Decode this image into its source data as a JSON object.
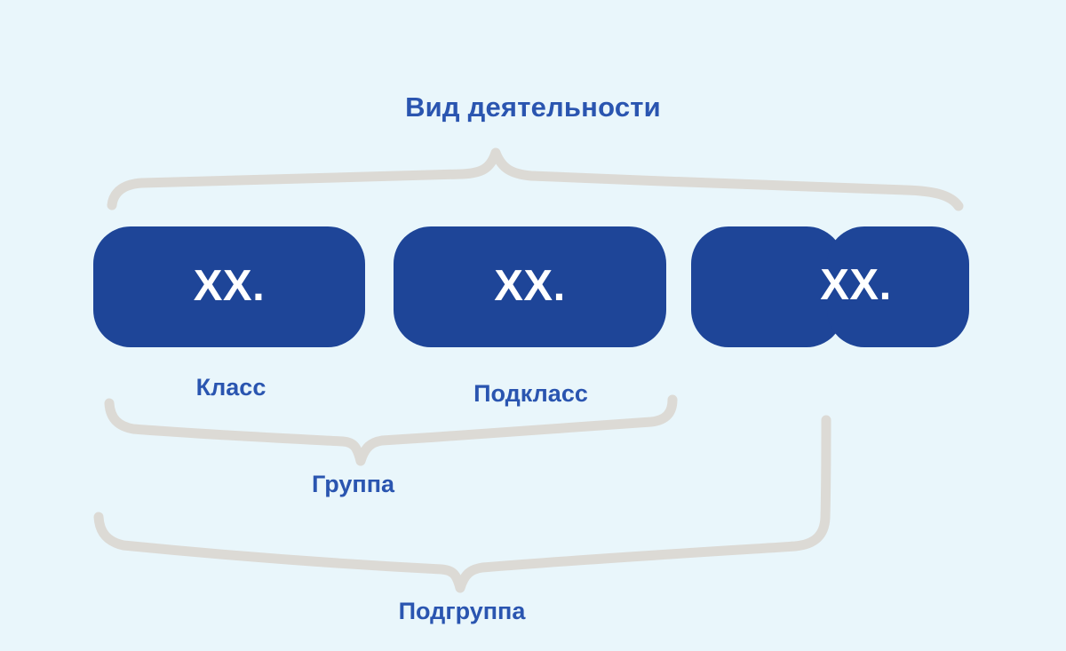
{
  "diagram": {
    "type": "hierarchy-brace-diagram",
    "background_color": "#e9f6fb",
    "title": "Вид деятельности",
    "accent_color": "#1e4598",
    "label_color": "#2a55b0",
    "brace_color": "#dcdad5",
    "code_text_color": "#ffffff",
    "boxes": [
      {
        "code": "XX.",
        "level": "Класс"
      },
      {
        "code": "XX.",
        "level": "Подкласс"
      },
      {
        "code": "XX.",
        "level": "Группа"
      }
    ],
    "labels": {
      "class": "Класс",
      "subclass": "Подкласс",
      "group": "Группа",
      "subgroup": "Подгруппа"
    },
    "braces": [
      {
        "name": "activity-type",
        "label": "Вид деятельности",
        "direction": "up",
        "spans": "all-three-boxes"
      },
      {
        "name": "group",
        "label": "Группа",
        "direction": "down",
        "spans": "box-1-to-box-2"
      },
      {
        "name": "subgroup",
        "label": "Подгруппа",
        "direction": "down",
        "spans": "box-1-to-box-3-left"
      }
    ]
  }
}
